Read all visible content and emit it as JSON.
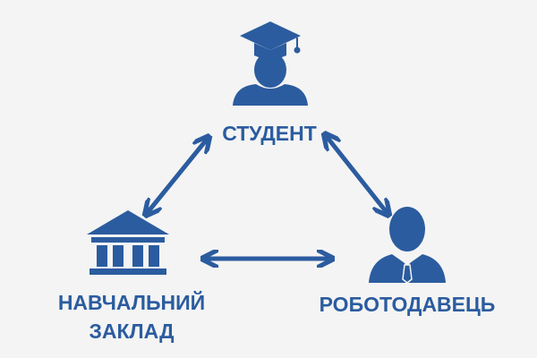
{
  "colors": {
    "primary": "#2b5c9f",
    "background": "#f4f4f4"
  },
  "nodes": {
    "student": {
      "label": "СТУДЕНТ",
      "icon": "graduate-student-icon"
    },
    "institution": {
      "label_line1": "НАВЧАЛЬНИЙ",
      "label_line2": "ЗАКЛАД",
      "icon": "university-building-icon"
    },
    "employer": {
      "label": "РОБОТОДАВЕЦЬ",
      "icon": "businessman-icon"
    }
  },
  "edges": [
    {
      "from": "student",
      "to": "institution",
      "type": "bidirectional"
    },
    {
      "from": "student",
      "to": "employer",
      "type": "bidirectional"
    },
    {
      "from": "institution",
      "to": "employer",
      "type": "bidirectional"
    }
  ]
}
